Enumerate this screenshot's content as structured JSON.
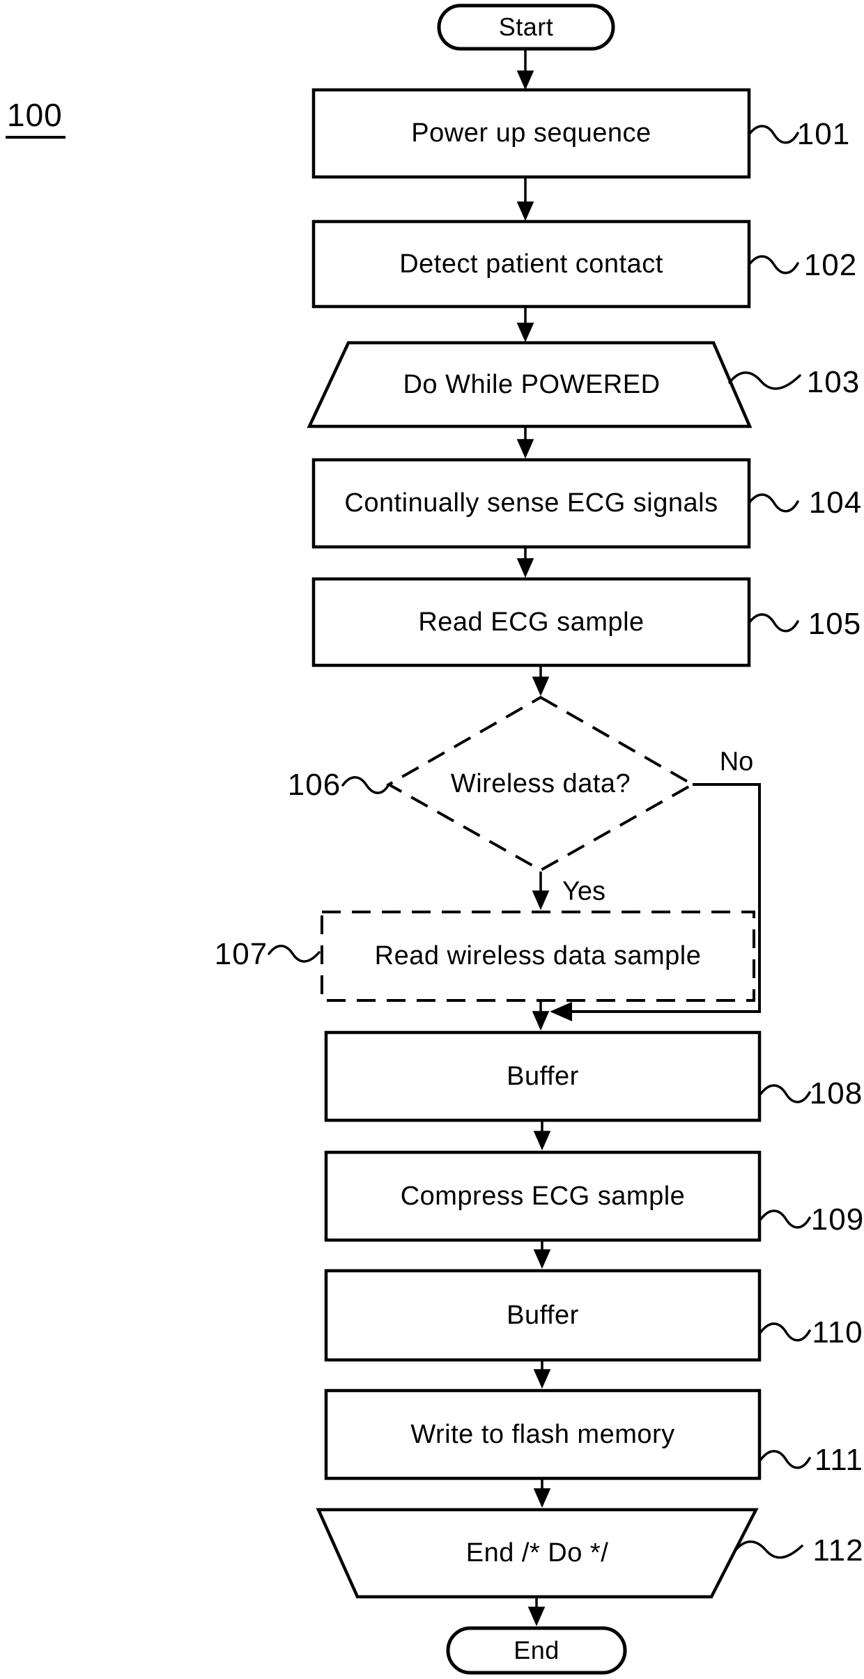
{
  "figure_label": "100",
  "terminals": {
    "start": "Start",
    "end": "End"
  },
  "branches": {
    "yes": "Yes",
    "no": "No"
  },
  "steps": [
    {
      "ref": "101",
      "text": "Power up sequence",
      "shape": "process"
    },
    {
      "ref": "102",
      "text": "Detect patient contact",
      "shape": "process"
    },
    {
      "ref": "103",
      "text": "Do While POWERED",
      "shape": "loop-start"
    },
    {
      "ref": "104",
      "text": "Continually sense ECG signals",
      "shape": "process"
    },
    {
      "ref": "105",
      "text": "Read ECG sample",
      "shape": "process"
    },
    {
      "ref": "106",
      "text": "Wireless data?",
      "shape": "decision-dashed"
    },
    {
      "ref": "107",
      "text": "Read wireless data sample",
      "shape": "process-dashed"
    },
    {
      "ref": "108",
      "text": "Buffer",
      "shape": "process"
    },
    {
      "ref": "109",
      "text": "Compress ECG sample",
      "shape": "process"
    },
    {
      "ref": "110",
      "text": "Buffer",
      "shape": "process"
    },
    {
      "ref": "111",
      "text": "Write to flash memory",
      "shape": "process"
    },
    {
      "ref": "112",
      "text": "End /* Do */",
      "shape": "loop-end"
    }
  ],
  "colors": {
    "ink": "#000000",
    "background": "#ffffff"
  }
}
